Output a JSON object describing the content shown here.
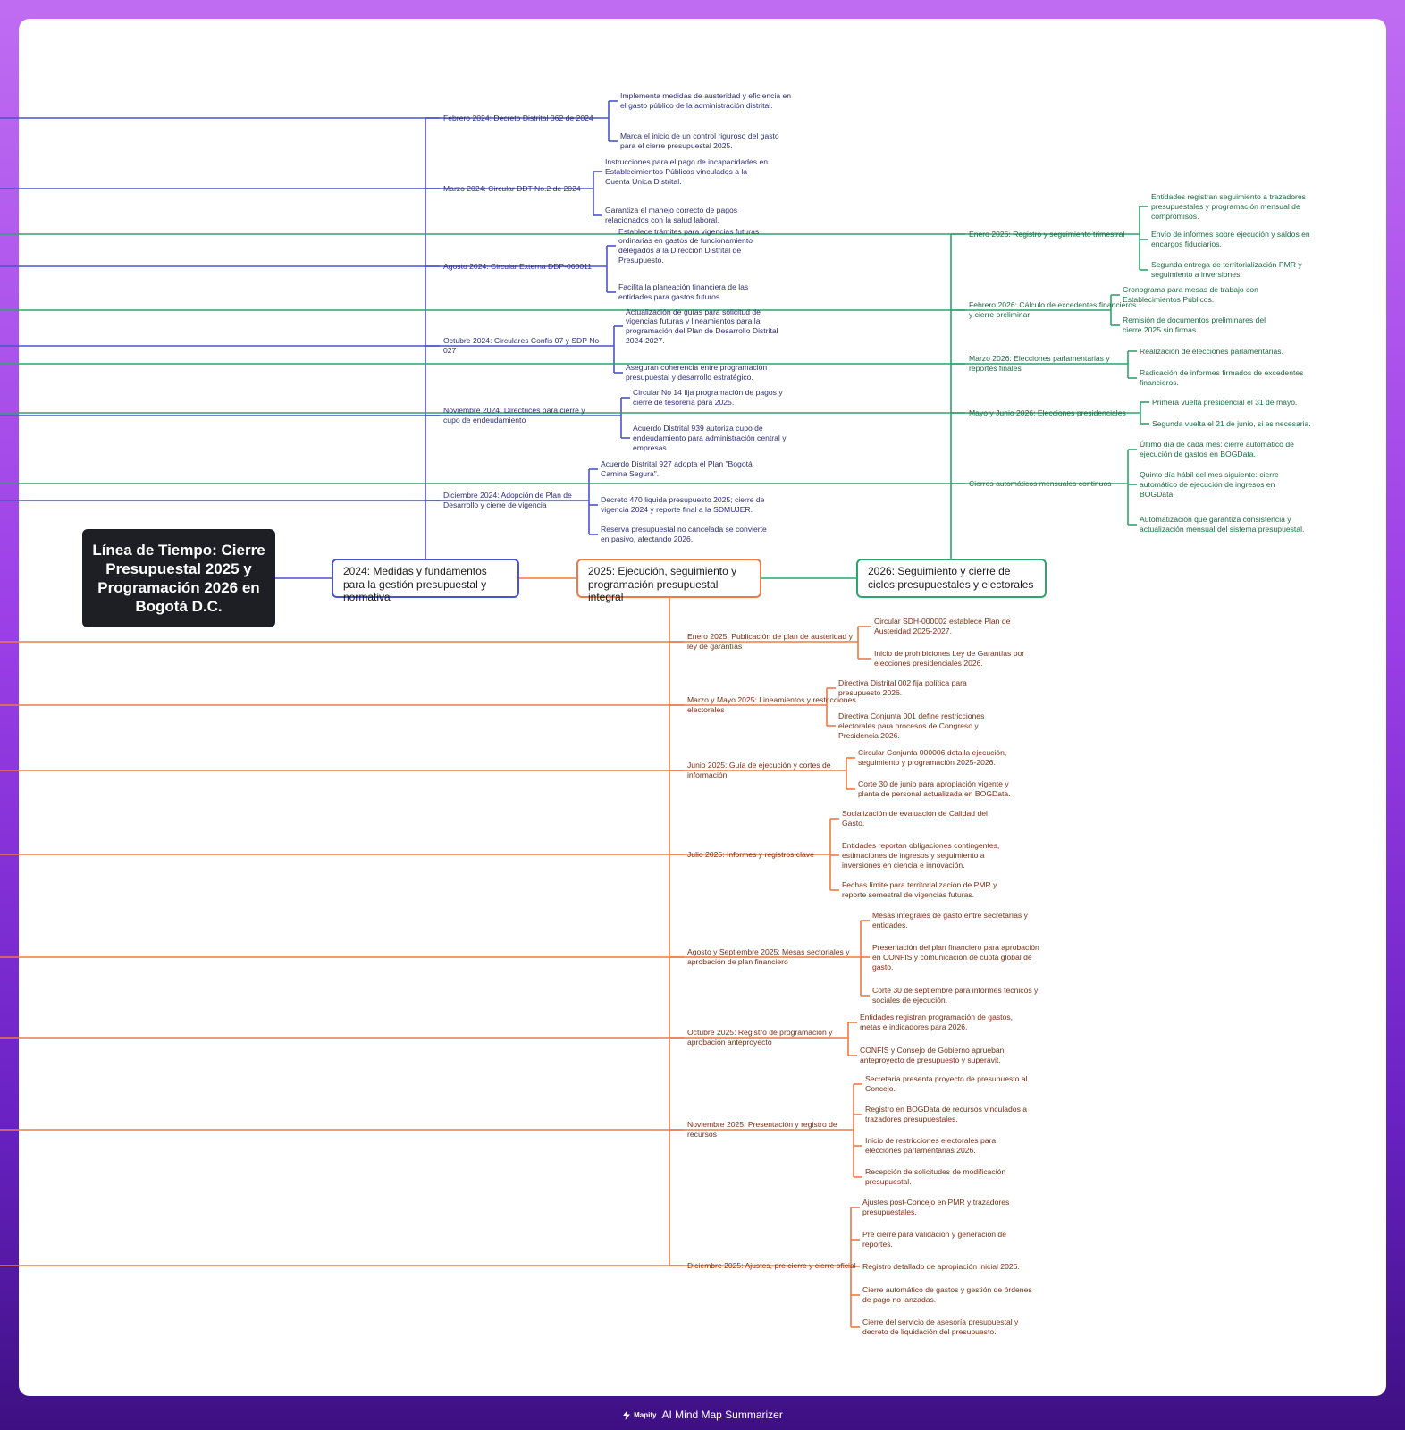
{
  "root": {
    "title": "Línea de Tiempo: Cierre Presupuestal 2025 y Programación 2026 en Bogotá D.C."
  },
  "colors": {
    "b2024": "#4a54cc",
    "b2025": "#ef7a44",
    "b2026": "#2fa46d"
  },
  "branch2024": {
    "label": "2024: Medidas y fundamentos para la gestión presupuestal y normativa",
    "items": [
      {
        "label": "Febrero 2024: Decreto Distrital 062 de 2024",
        "children": [
          "Implementa medidas de austeridad y eficiencia en el gasto público de la administración distrital.",
          "Marca el inicio de un control riguroso del gasto para el cierre presupuestal 2025."
        ]
      },
      {
        "label": "Marzo 2024: Circular DDT No.2 de 2024",
        "children": [
          "Instrucciones para el pago de incapacidades en Establecimientos Públicos vinculados a la Cuenta Única Distrital.",
          "Garantiza el manejo correcto de pagos relacionados con la salud laboral."
        ]
      },
      {
        "label": "Agosto 2024: Circular Externa DDP-000011",
        "children": [
          "Establece trámites para vigencias futuras ordinarias en gastos de funcionamiento delegados a la Dirección Distrital de Presupuesto.",
          "Facilita la planeación financiera de las entidades para gastos futuros."
        ]
      },
      {
        "label": "Octubre 2024: Circulares Confis 07 y SDP No 027",
        "children": [
          "Actualización de guías para solicitud de vigencias futuras y lineamientos para la programación del Plan de Desarrollo Distrital 2024-2027.",
          "Aseguran coherencia entre programación presupuestal y desarrollo estratégico."
        ]
      },
      {
        "label": "Noviembre 2024: Directrices para cierre y cupo de endeudamiento",
        "children": [
          "Circular No 14 fija programación de pagos y cierre de tesorería para 2025.",
          "Acuerdo Distrital 939 autoriza cupo de endeudamiento para administración central y empresas."
        ]
      },
      {
        "label": "Diciembre 2024: Adopción de Plan de Desarrollo y cierre de vigencia",
        "children": [
          "Acuerdo Distrital 927 adopta el Plan \"Bogotá Camina Segura\".",
          "Decreto 470 liquida presupuesto 2025; cierre de vigencia 2024 y reporte final a la SDMUJER.",
          "Reserva presupuestal no cancelada se convierte en pasivo, afectando 2026."
        ]
      }
    ]
  },
  "branch2025": {
    "label": "2025: Ejecución, seguimiento y programación presupuestal integral",
    "items": [
      {
        "label": "Enero 2025: Publicación de plan de austeridad y ley de garantías",
        "children": [
          "Circular SDH-000002 establece Plan de Austeridad 2025-2027.",
          "Inicio de prohibiciones Ley de Garantías por elecciones presidenciales 2026."
        ]
      },
      {
        "label": "Marzo y Mayo 2025: Lineamientos y restricciones electorales",
        "children": [
          "Directiva Distrital 002 fija política para presupuesto 2026.",
          "Directiva Conjunta 001 define restricciones electorales para procesos de Congreso y Presidencia 2026."
        ]
      },
      {
        "label": "Junio 2025: Guía de ejecución y cortes de información",
        "children": [
          "Circular Conjunta 000006 detalla ejecución, seguimiento y programación 2025-2026.",
          "Corte 30 de junio para apropiación vigente y planta de personal actualizada en BOGData."
        ]
      },
      {
        "label": "Julio 2025: Informes y registros clave",
        "children": [
          "Socialización de evaluación de Calidad del Gasto.",
          "Entidades reportan obligaciones contingentes, estimaciones de ingresos y seguimiento a inversiones en ciencia e innovación.",
          "Fechas límite para territorialización de PMR y reporte semestral de vigencias futuras."
        ]
      },
      {
        "label": "Agosto y Septiembre 2025: Mesas sectoriales y aprobación de plan financiero",
        "children": [
          "Mesas integrales de gasto entre secretarías y entidades.",
          "Presentación del plan financiero para aprobación en CONFIS y comunicación de cuota global de gasto.",
          "Corte 30 de septiembre para informes técnicos y sociales de ejecución."
        ]
      },
      {
        "label": "Octubre 2025: Registro de programación y aprobación anteproyecto",
        "children": [
          "Entidades registran programación de gastos, metas e indicadores para 2026.",
          "CONFIS y Consejo de Gobierno aprueban anteproyecto de presupuesto y superávit."
        ]
      },
      {
        "label": "Noviembre 2025: Presentación y registro de recursos",
        "children": [
          "Secretaría presenta proyecto de presupuesto al Concejo.",
          "Registro en BOGData de recursos vinculados a trazadores presupuestales.",
          "Inicio de restricciones electorales para elecciones parlamentarias 2026.",
          "Recepción de solicitudes de modificación presupuestal."
        ]
      },
      {
        "label": "Diciembre 2025: Ajustes, pre cierre y cierre oficial",
        "children": [
          "Ajustes post-Concejo en PMR y trazadores presupuestales.",
          "Pre cierre para validación y generación de reportes.",
          "Registro detallado de apropiación inicial 2026.",
          "Cierre automático de gastos y gestión de órdenes de pago no lanzadas.",
          "Cierre del servicio de asesoría presupuestal y decreto de liquidación del presupuesto."
        ]
      }
    ]
  },
  "branch2026": {
    "label": "2026: Seguimiento y cierre de ciclos presupuestales y electorales",
    "items": [
      {
        "label": "Enero 2026: Registro y seguimiento trimestral",
        "children": [
          "Entidades registran seguimiento a trazadores presupuestales y programación mensual de compromisos.",
          "Envío de informes sobre ejecución y saldos en encargos fiduciarios.",
          "Segunda entrega de territorialización PMR y seguimiento a inversiones."
        ]
      },
      {
        "label": "Febrero 2026: Cálculo de excedentes financieros y cierre preliminar",
        "children": [
          "Cronograma para mesas de trabajo con Establecimientos Públicos.",
          "Remisión de documentos preliminares del cierre 2025 sin firmas."
        ]
      },
      {
        "label": "Marzo 2026: Elecciones parlamentarias y reportes finales",
        "children": [
          "Realización de elecciones parlamentarias.",
          "Radicación de informes firmados de excedentes financieros."
        ]
      },
      {
        "label": "Mayo y Junio 2026: Elecciones presidenciales",
        "children": [
          "Primera vuelta presidencial el 31 de mayo.",
          "Segunda vuelta el 21 de junio, si es necesaria."
        ]
      },
      {
        "label": "Cierres automáticos mensuales continuos",
        "children": [
          "Último día de cada mes: cierre automático de ejecución de gastos en BOGData.",
          "Quinto día hábil del mes siguiente: cierre automático de ejecución de ingresos en BOGData.",
          "Automatización que garantiza consistencia y actualización mensual del sistema presupuestal."
        ]
      }
    ]
  },
  "footer": {
    "brand": "Mapify",
    "text": "AI Mind Map Summarizer"
  }
}
